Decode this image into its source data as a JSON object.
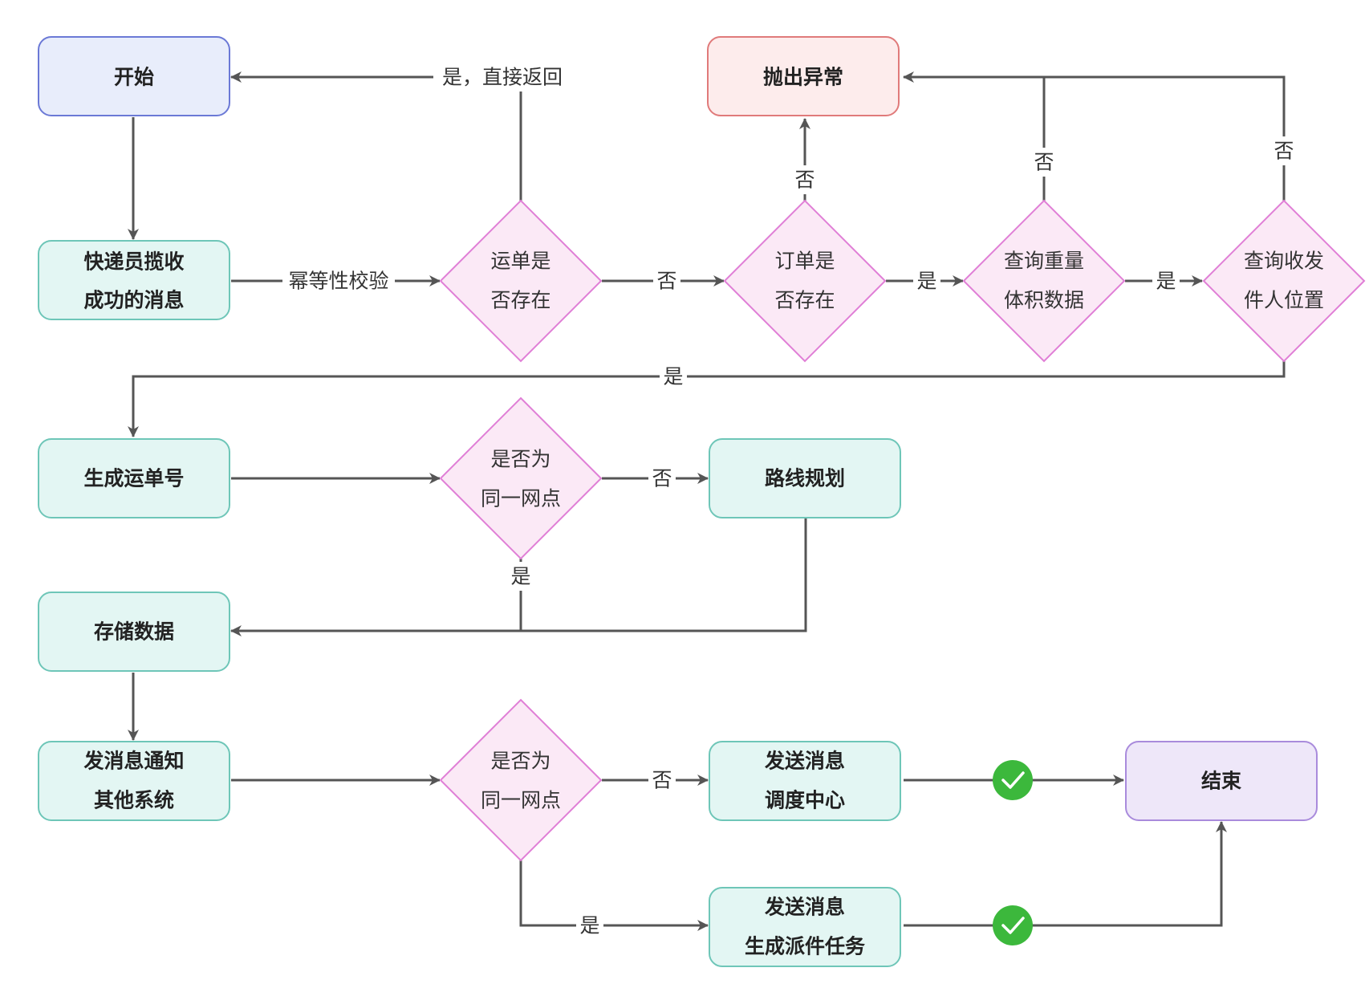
{
  "colors": {
    "start_fill": "#e8edfb",
    "start_stroke": "#6b79d6",
    "error_fill": "#fdecec",
    "error_stroke": "#e07a7a",
    "process_fill": "#e3f6f3",
    "process_stroke": "#6ec6b8",
    "end_fill": "#eee7f9",
    "end_stroke": "#a98bdc",
    "decision_fill": "#fbe9f6",
    "decision_stroke": "#e07fd6",
    "edge": "#555555",
    "check": "#3cb83c"
  },
  "nodes": {
    "start": [
      "开始"
    ],
    "receive_msg": [
      "快递员揽收",
      "成功的消息"
    ],
    "exception": [
      "抛出异常"
    ],
    "waybill_exists": [
      "运单是",
      "否存在"
    ],
    "order_exists": [
      "订单是",
      "否存在"
    ],
    "query_weight": [
      "查询重量",
      "体积数据"
    ],
    "query_location": [
      "查询收发",
      "件人位置"
    ],
    "gen_waybill": [
      "生成运单号"
    ],
    "same_outlet_1": [
      "是否为",
      "同一网点"
    ],
    "route_plan": [
      "路线规划"
    ],
    "store_data": [
      "存储数据"
    ],
    "notify": [
      "发消息通知",
      "其他系统"
    ],
    "same_outlet_2": [
      "是否为",
      "同一网点"
    ],
    "send_dispatch": [
      "发送消息",
      "调度中心"
    ],
    "end": [
      "结束"
    ],
    "send_task": [
      "发送消息",
      "生成派件任务"
    ]
  },
  "edge_labels": {
    "exists_return": "是，直接返回",
    "idempotency": "幂等性校验",
    "waybill_no": "否",
    "order_no": "否",
    "order_yes": "是",
    "weight_no": "否",
    "weight_yes": "是",
    "location_no": "否",
    "location_yes": "是",
    "outlet1_no": "否",
    "outlet1_yes": "是",
    "outlet2_no": "否",
    "outlet2_yes": "是"
  }
}
